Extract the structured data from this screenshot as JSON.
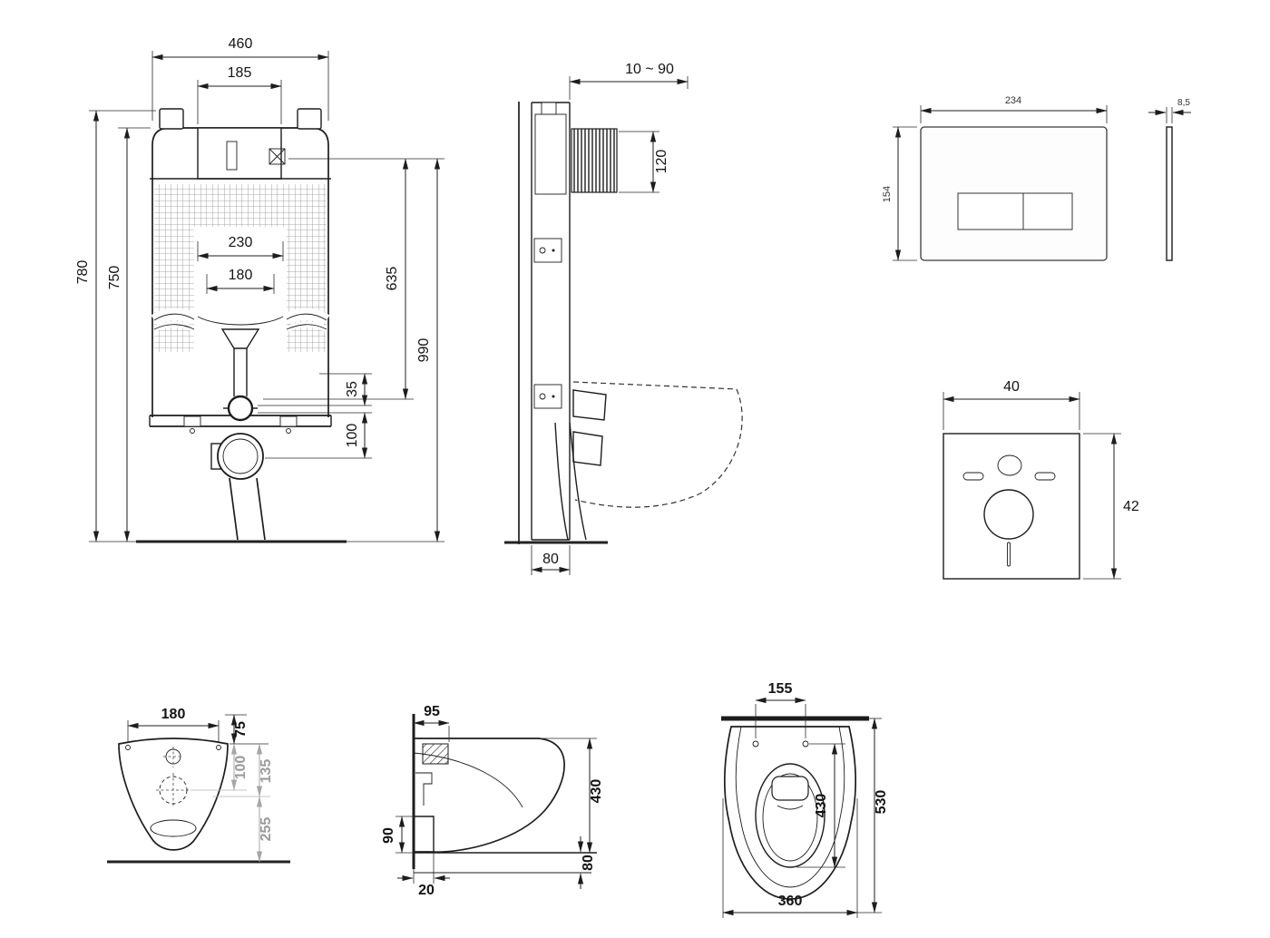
{
  "drawing": {
    "background": "#ffffff",
    "line_color": "#1d1d1d",
    "gray_dim_color": "#9a9a9a"
  },
  "diagrams": {
    "cistern_front": {
      "width_top": "460",
      "access_width": "185",
      "height_outer": "780",
      "height_frame": "750",
      "bend_width": "230",
      "drain_width": "180",
      "height_valve": "635",
      "height_total": "990",
      "offset_small": "35",
      "offset_outlet": "100"
    },
    "cistern_side": {
      "depth_adjust": "10 ~ 90",
      "inlet_height": "120",
      "frame_depth": "80"
    },
    "flush_plate": {
      "width": "234",
      "height": "154",
      "thickness": "8,5"
    },
    "sound_mat": {
      "width": "40",
      "height": "42"
    },
    "bowl_front": {
      "hole_spacing": "180",
      "rim_offset": "75",
      "mid_offset": "100",
      "lower_offset": "135",
      "bottom_offset": "255"
    },
    "bowl_side": {
      "top_depth": "95",
      "height": "430",
      "foot_height": "90",
      "foot_depth": "20",
      "clearance": "80"
    },
    "bowl_top": {
      "hole_spacing": "155",
      "inner_length": "430",
      "total_length": "530",
      "width": "360"
    }
  }
}
